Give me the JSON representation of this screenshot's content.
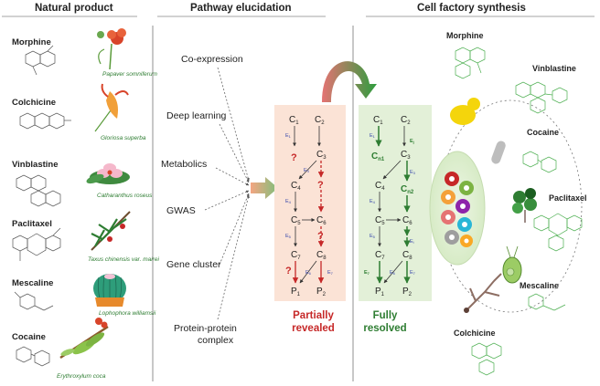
{
  "headers": {
    "natural_product": "Natural product",
    "pathway": "Pathway elucidation",
    "cell_factory": "Cell factory synthesis"
  },
  "products": [
    {
      "name": "Morphine",
      "species": "Papaver somniferum"
    },
    {
      "name": "Colchicine",
      "species": "Gloriosa superba"
    },
    {
      "name": "Vinblastine",
      "species": "Catharanthus roseus"
    },
    {
      "name": "Paclitaxel",
      "species": "Taxus chinensis var. mairei"
    },
    {
      "name": "Mescaline",
      "species": "Lophophora williamsii"
    },
    {
      "name": "Cocaine",
      "species": "Erythroxylum coca"
    }
  ],
  "methods": [
    "Co-expression",
    "Deep learning",
    "Metabolics",
    "GWAS",
    "Gene cluster",
    "Protein-protein",
    "complex"
  ],
  "outcomes": {
    "partial_line1": "Partially",
    "partial_line2": "revealed",
    "full_line1": "Fully",
    "full_line2": "resolved"
  },
  "pathway_symbols": {
    "question": "?",
    "c": "C",
    "p": "P",
    "e": "E",
    "subs": [
      "1",
      "2",
      "3",
      "4",
      "5",
      "6",
      "7",
      "8"
    ],
    "sub_n1": "n1",
    "sub_n2": "n2",
    "sub_i": "i",
    "sub_j": "j"
  },
  "cell_factory_products": [
    "Morphine",
    "Vinblastine",
    "Cocaine",
    "Paclitaxel",
    "Mescaline",
    "Colchicine"
  ],
  "colors": {
    "partial_red": "#c62828",
    "resolved_green": "#2e7d32",
    "partial_panel": "#fbe3d6",
    "resolved_panel": "#e3f0d8",
    "enzyme_blue": "#3949ab"
  }
}
